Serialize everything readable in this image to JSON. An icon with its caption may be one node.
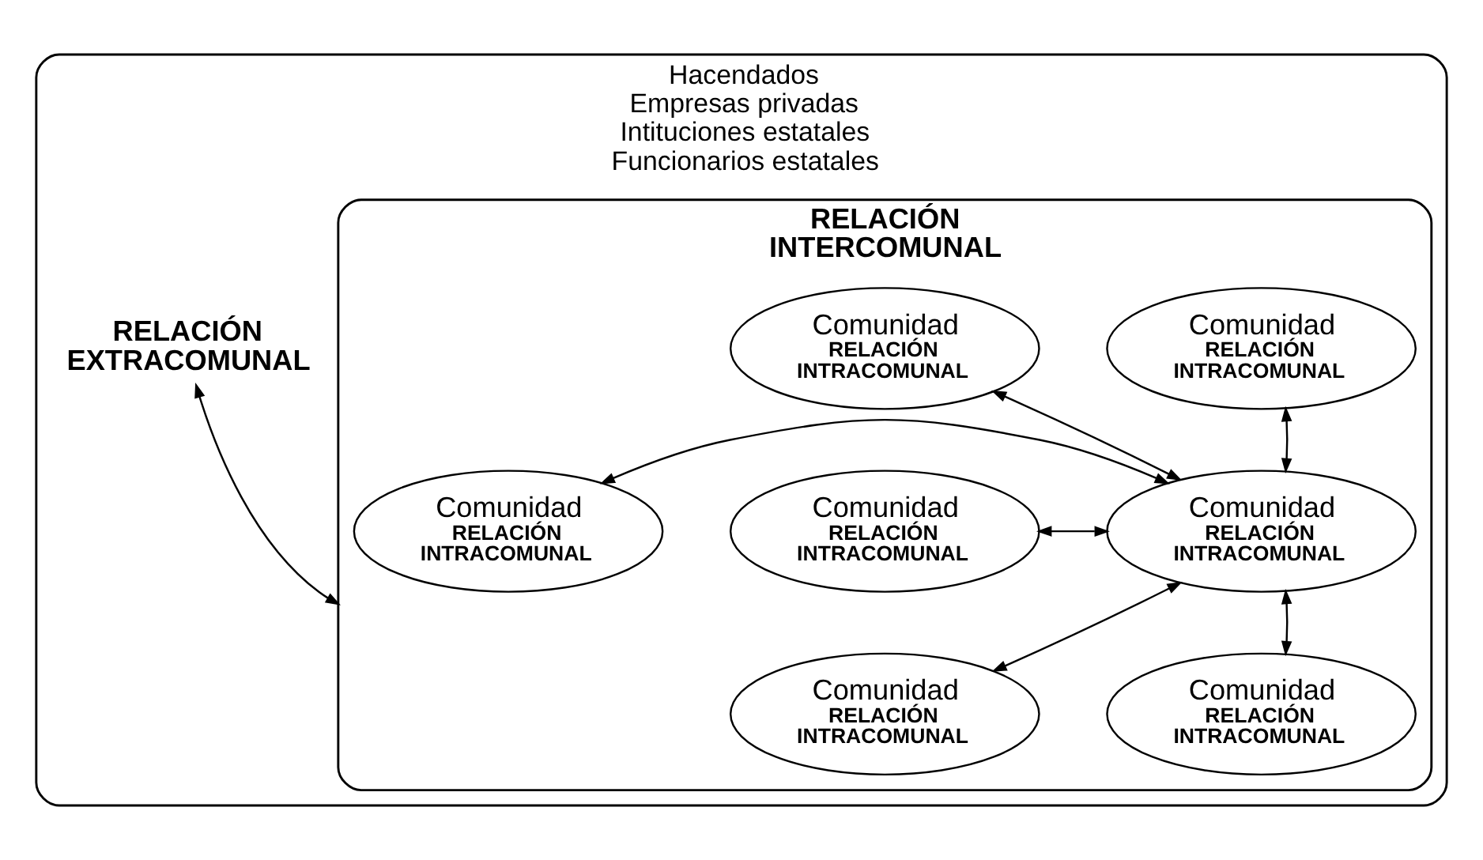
{
  "diagram": {
    "nodes": [
      {
        "text": [
          "Hacendados",
          "Empresas privadas",
          "Intituciones estatales",
          "Funcionarios estatales"
        ]
      },
      {
        "text": [
          "RELACIÓN INTERCOMUNAL"
        ],
        "in": 0
      },
      {
        "text": [
          "Comunidad",
          "RELACIÓN INTRACOMUNAL"
        ],
        "in": 1
      },
      {
        "text": [
          "Comunidad",
          "RELACIÓN INTRACOMUNAL"
        ],
        "in": 1
      },
      {
        "text": [
          "Comunidad",
          "RELACIÓN INTRACOMUNAL"
        ],
        "in": 1
      },
      {
        "text": [
          "Comunidad",
          "RELACIÓN INTRACOMUNAL"
        ],
        "in": 1
      },
      {
        "text": [
          "Comunidad",
          "RELACIÓN INTRACOMUNAL"
        ],
        "in": 1
      },
      {
        "text": [
          "Comunidad",
          "RELACIÓN INTRACOMUNAL"
        ],
        "in": 1
      },
      {
        "text": [
          "Comunidad",
          "RELACIÓN INTRACOMUNAL"
        ],
        "in": 1
      },
      {
        "text": [
          "RELACIÓN EXTRACOMUNAL"
        ],
        "in": 0
      }
    ],
    "edges": [
      {
        "from": 5,
        "to": 2,
        "arrow": "both"
      },
      {
        "from": 5,
        "to": 3,
        "arrow": "both"
      },
      {
        "from": 5,
        "to": 4,
        "arrow": "both"
      },
      {
        "from": 5,
        "to": 6,
        "arrow": "both"
      },
      {
        "from": 5,
        "to": 7,
        "arrow": "both"
      },
      {
        "from": 5,
        "to": 8,
        "arrow": "both"
      },
      {
        "from": 1,
        "to": 9,
        "arrow": "both"
      }
    ]
  }
}
